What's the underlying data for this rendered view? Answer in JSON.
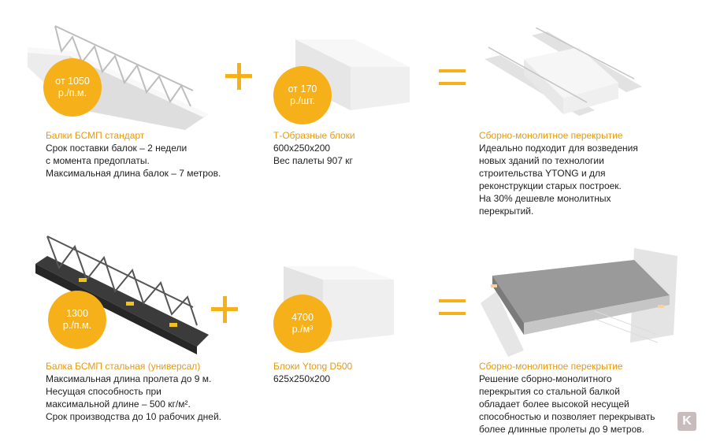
{
  "accent_color": "#f5b01a",
  "row1": {
    "item1": {
      "price_line1": "от 1050",
      "price_line2": "р./п.м.",
      "title": "Балки БСМП стандарт",
      "lines": [
        "Срок поставки балок – 2 недели",
        "с момента предоплаты.",
        "Максимальная длина балок – 7 метров."
      ]
    },
    "item2": {
      "price_line1": "от 170",
      "price_line2": "р./шт.",
      "title": "Т-Образные блоки",
      "lines": [
        "600x250x200",
        "Вес палеты 907 кг"
      ]
    },
    "result": {
      "title": "Сборно-монолитное перекрытие",
      "lines": [
        "Идеально подходит для возведения",
        "новых зданий по технологии",
        "строительства YTONG и для",
        "реконструкции старых построек.",
        "На 30% дешевле монолитных",
        "перекрытий."
      ]
    }
  },
  "row2": {
    "item1": {
      "price_line1": "1300",
      "price_line2": "р./п.м.",
      "title": "Балка БСМП стальная (универсал)",
      "lines": [
        "Максимальная длина пролета до 9 м.",
        "Несущая способность при",
        "максимальной длине – 500 кг/м².",
        "Срок производства до 10 рабочих дней."
      ]
    },
    "item2": {
      "price_line1": "4700",
      "price_line2": "р./м³",
      "title": "Блоки Ytong D500",
      "lines": [
        "625x250x200"
      ]
    },
    "result": {
      "title": "Сборно-монолитное перекрытие",
      "lines": [
        "Решение сборно-монолитного",
        "перекрытия со стальной балкой",
        "обладает более высокой несущей",
        "способностью и позволяет перекрывать",
        "более длинные пролеты до 9 метров."
      ]
    }
  },
  "watermark_letter": "K"
}
